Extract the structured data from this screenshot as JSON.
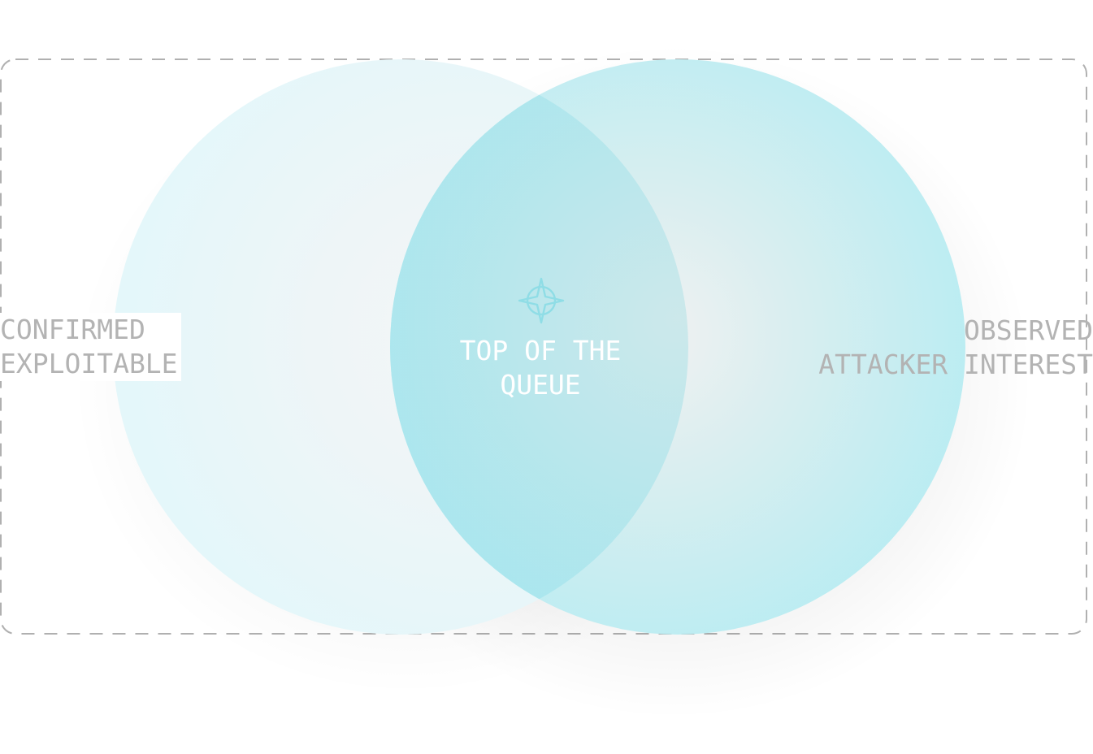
{
  "diagram": {
    "type": "venn",
    "left_set": {
      "lines": [
        "CONFIRMED",
        "EXPLOITABLE"
      ],
      "color": "#e6f7fa"
    },
    "right_set": {
      "lines": [
        "OBSERVED",
        "ATTACKER INTEREST"
      ],
      "color": "#b7ecf2"
    },
    "intersection": {
      "lines": [
        "TOP OF THE",
        "QUEUE"
      ],
      "icon": "crosshair-compass-icon",
      "color": "#a8e6ee",
      "text_color": "#ffffff"
    },
    "frame": {
      "style": "dashed",
      "color": "#b0b0b0"
    },
    "label_color": "#b3b3b3"
  }
}
